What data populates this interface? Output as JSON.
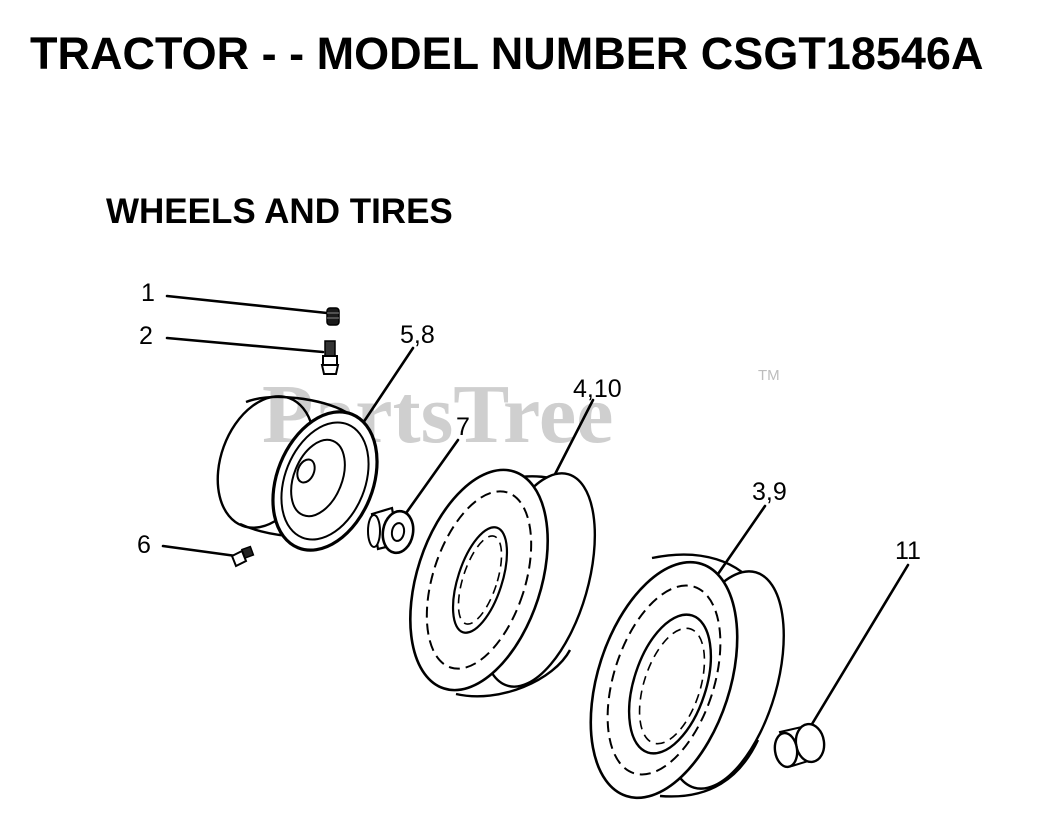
{
  "header": {
    "title": "TRACTOR - - MODEL NUMBER CSGT18546A",
    "section": "WHEELS AND TIRES"
  },
  "watermark": {
    "text": "PartsTree",
    "tm": "TM"
  },
  "callouts": {
    "c1": "1",
    "c2": "2",
    "c3": "3,9",
    "c4": "4,10",
    "c5": "5,8",
    "c6": "6",
    "c7": "7",
    "c11": "11"
  },
  "colors": {
    "ink": "#000000",
    "watermark": "#cfcfcf",
    "background": "#ffffff"
  }
}
